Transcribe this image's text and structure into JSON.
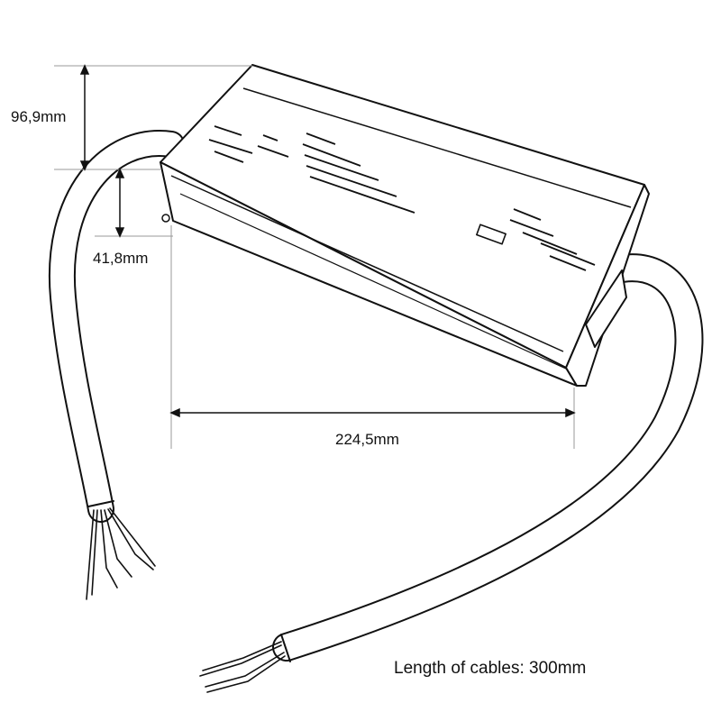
{
  "dimensions": {
    "height": "96,9mm",
    "depth": "41,8mm",
    "width": "224,5mm"
  },
  "cable_note": "Length of cables: 300mm",
  "colors": {
    "line": "#111111",
    "dim_line": "#999999"
  }
}
